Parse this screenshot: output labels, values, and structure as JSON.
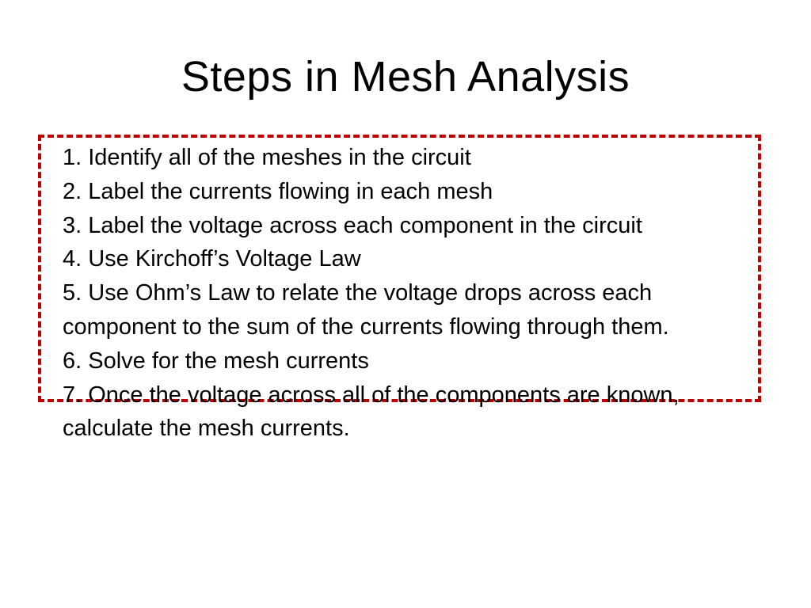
{
  "slide": {
    "title": "Steps in Mesh Analysis",
    "highlight_color": "#c00000",
    "steps": [
      "1. Identify all of the meshes in the circuit",
      "2. Label the currents flowing in each mesh",
      "3. Label the voltage across each component in the circuit",
      "4. Use Kirchoff’s Voltage Law",
      "5. Use Ohm’s Law to relate the voltage drops across each component to the sum of the currents flowing through them.",
      "6. Solve for the mesh currents",
      "7. Once the voltage across all of the components are known, calculate the mesh currents."
    ]
  }
}
